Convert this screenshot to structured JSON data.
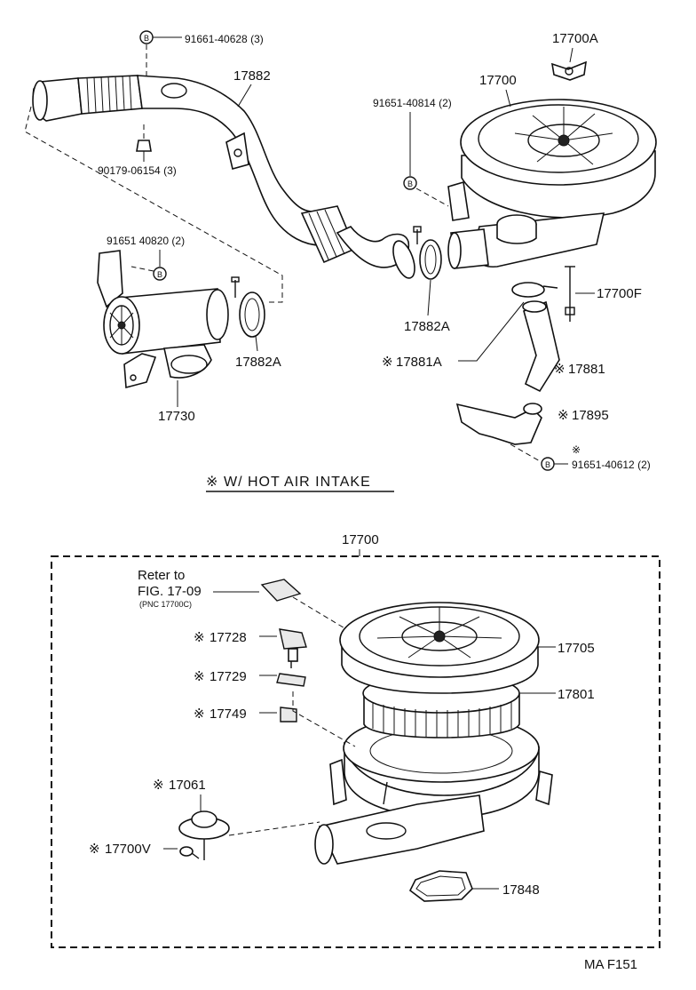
{
  "labels": {
    "bolt_b_top": "91661-40628 (3)",
    "p17882": "17882",
    "p17700A": "17700A",
    "p17700_top": "17700",
    "bolt_b_mid": "91651-40814 (2)",
    "nut": "90179-06154 (3)",
    "bolt_b_left": "91651 40820 (2)",
    "p17882A_right": "17882A",
    "p17882A_left": "17882A",
    "p17700F": "17700F",
    "p17881A": "17881A",
    "p17881": "17881",
    "p17730": "17730",
    "p17895": "17895",
    "bolt_b_bottom": "91651-40612 (2)",
    "p17700_bottom": "17700",
    "refer_line1": "Reter to",
    "refer_line2": "FIG. 17-09",
    "refer_line3": "(PNC 17700C)",
    "p17728": "17728",
    "p17729": "17729",
    "p17749": "17749",
    "p17705": "17705",
    "p17801": "17801",
    "p17061": "17061",
    "p17700V": "17700V",
    "p17848": "17848",
    "footer_code": "MA F151"
  },
  "marks": {
    "star": "※",
    "bolt_circle": "B"
  },
  "caption": {
    "text": "W/ HOT AIR INTAKE"
  }
}
